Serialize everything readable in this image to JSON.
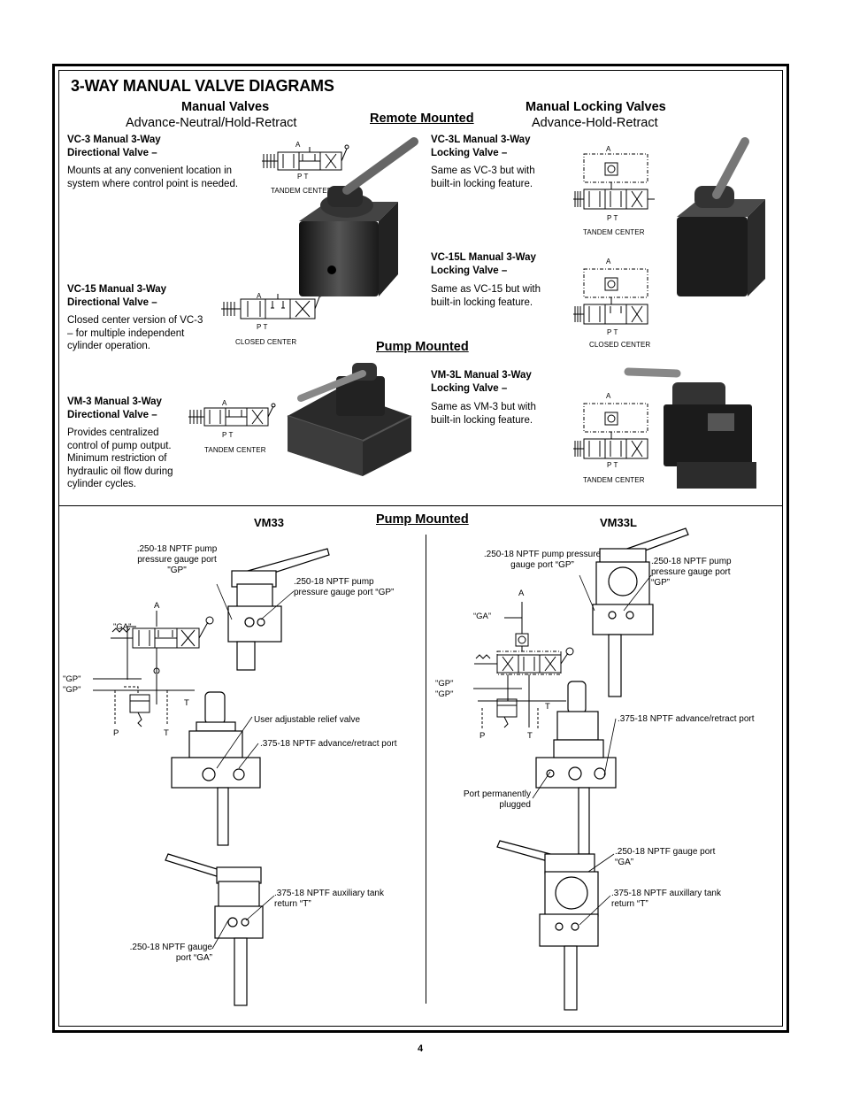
{
  "title": "3-WAY MANUAL VALVE DIAGRAMS",
  "manual_valves": {
    "heading": "Manual Valves",
    "sub": "Advance-Neutral/Hold-Retract"
  },
  "locking_valves": {
    "heading": "Manual Locking Valves",
    "sub": "Advance-Hold-Retract"
  },
  "remote_mounted": "Remote Mounted",
  "pump_mounted_top": "Pump Mounted",
  "pump_mounted_bottom": "Pump Mounted",
  "vc3": {
    "title": "VC-3 Manual 3-Way Directional Valve –",
    "desc": "Mounts at any convenient location in system where control point is needed.",
    "center": "TANDEM CENTER"
  },
  "vc15": {
    "title": "VC-15 Manual 3-Way Directional Valve –",
    "desc": "Closed center version of VC-3 – for multiple independent cylinder operation.",
    "center": "CLOSED CENTER"
  },
  "vm3": {
    "title": "VM-3 Manual 3-Way Directional Valve –",
    "desc": "Provides centralized control of pump output. Minimum restriction of hydraulic oil flow during cylinder cycles.",
    "center": "TANDEM CENTER"
  },
  "vc3l": {
    "title": "VC-3L Manual 3-Way Locking Valve –",
    "desc": "Same as VC-3 but with built-in locking feature.",
    "center": "TANDEM CENTER"
  },
  "vc15l": {
    "title": "VC-15L Manual 3-Way Locking Valve –",
    "desc": "Same as VC-15 but with built-in locking feature.",
    "center": "CLOSED CENTER"
  },
  "vm3l": {
    "title": "VM-3L Manual 3-Way Locking Valve –",
    "desc": "Same as VM-3 but with built-in locking feature.",
    "center": "TANDEM CENTER"
  },
  "symbol": {
    "a": "A",
    "pt": "P T",
    "p": "P",
    "t": "T",
    "ga": "\"GA\"",
    "gp": "\"GP\""
  },
  "vm33": {
    "label": "VM33",
    "callout_gp_left": ".250-18 NPTF pump pressure gauge port \"GP\"",
    "callout_gp_right": ".250-18 NPTF pump pressure gauge port “GP”",
    "callout_relief": "User adjustable relief valve",
    "callout_adv": ".375-18 NPTF advance/retract port",
    "callout_tank": ".375-18 NPTF auxiliary tank return “T”",
    "callout_ga": ".250-18 NPTF gauge port “GA”"
  },
  "vm33l": {
    "label": "VM33L",
    "callout_gp_left": ".250-18 NPTF pump pressure gauge port “GP”",
    "callout_gp_right": ".250-18 NPTF pump pressure gauge port “GP”",
    "callout_adv": ".375-18 NPTF advance/retract port",
    "callout_plugged": "Port permanently plugged",
    "callout_ga": ".250-18 NPTF gauge port “GA”",
    "callout_tank": ".375-18 NPTF auxillary tank return “T”",
    "ga_left": "“GA”"
  },
  "page_number": "4"
}
